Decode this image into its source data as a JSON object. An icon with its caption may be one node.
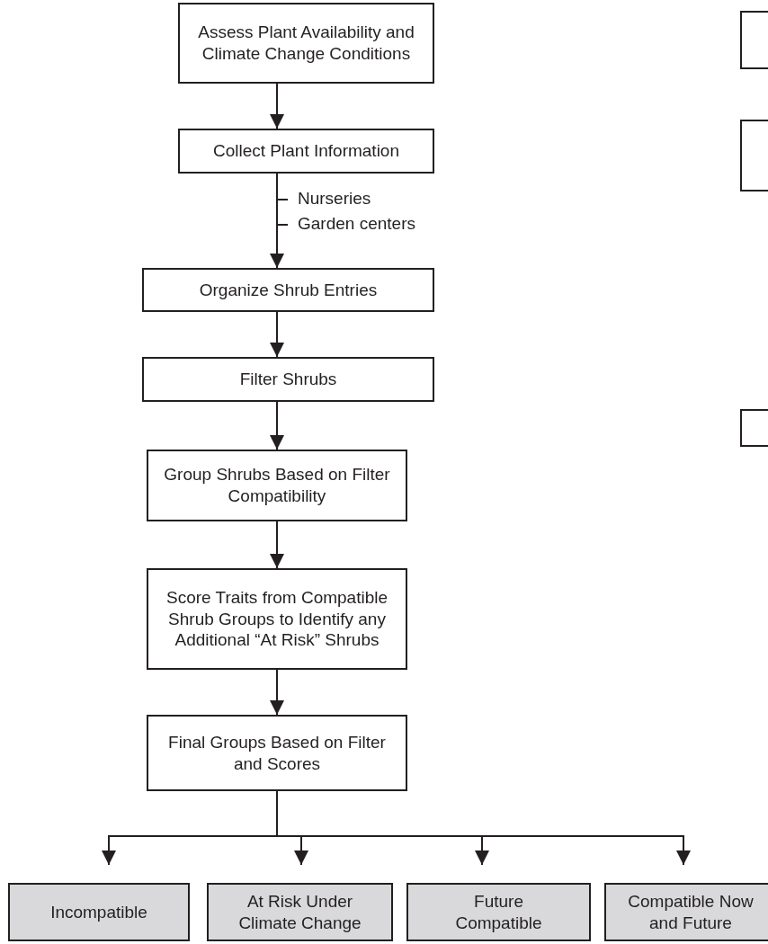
{
  "diagram": {
    "nodes": [
      {
        "text": [
          "Assess Plant Availability and Climate Change Conditions"
        ]
      },
      {
        "text": [
          "Collect Plant Information"
        ]
      },
      {
        "text": [
          "Organize Shrub Entries"
        ]
      },
      {
        "text": [
          "Filter Shrubs"
        ]
      },
      {
        "text": [
          "Group Shrubs Based on Filter Compatibility"
        ]
      },
      {
        "text": [
          "Score Traits from Compatible Shrub Groups to Identify any Additional “At Risk” Shrubs"
        ]
      },
      {
        "text": [
          "Final Groups Based on Filter and Scores"
        ]
      },
      {
        "text": [
          "Incompatible"
        ]
      },
      {
        "text": [
          "At Risk Under Climate Change"
        ]
      },
      {
        "text": [
          "Future Compatible"
        ]
      },
      {
        "text": [
          "Compatible Now and Future"
        ]
      },
      {
        "text": [],
        "shape": "box"
      },
      {
        "text": [],
        "shape": "box"
      },
      {
        "text": [],
        "shape": "box"
      }
    ],
    "edges": [
      {
        "from": 0,
        "to": 1,
        "arrow": "to"
      },
      {
        "from": 1,
        "to": 2,
        "arrow": "to"
      },
      {
        "from": 2,
        "to": 3,
        "arrow": "to"
      },
      {
        "from": 3,
        "to": 4,
        "arrow": "to"
      },
      {
        "from": 4,
        "to": 5,
        "arrow": "to"
      },
      {
        "from": 5,
        "to": 6,
        "arrow": "to"
      },
      {
        "from": 6,
        "to": 7,
        "arrow": "to"
      },
      {
        "from": 6,
        "to": 8,
        "arrow": "to"
      },
      {
        "from": 6,
        "to": 9,
        "arrow": "to"
      },
      {
        "from": 6,
        "to": 10,
        "arrow": "to"
      }
    ],
    "labels": [
      "Nurseries",
      "Garden centers"
    ]
  }
}
